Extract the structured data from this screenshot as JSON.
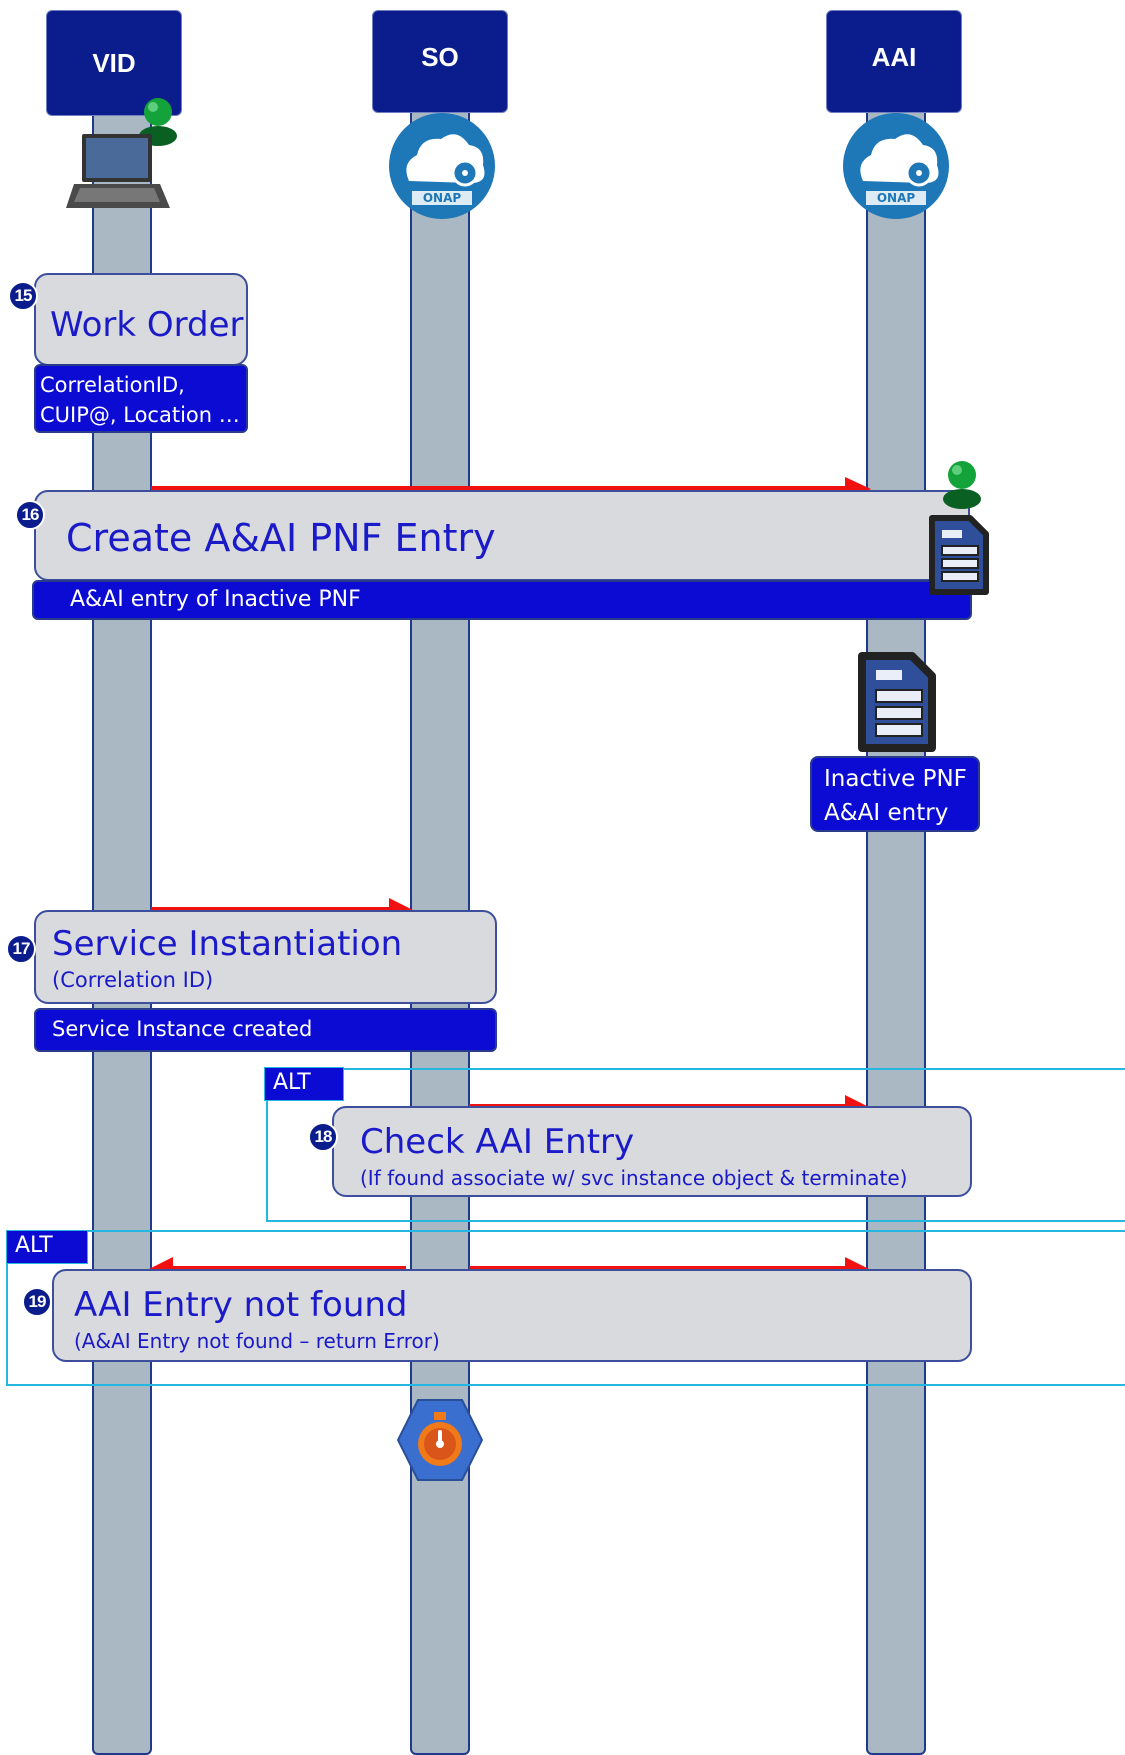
{
  "participants": [
    {
      "id": "vid",
      "label": "VID"
    },
    {
      "id": "so",
      "label": "SO"
    },
    {
      "id": "aai",
      "label": "AAI"
    }
  ],
  "logo_text": "ONAP",
  "steps": {
    "s15": {
      "number": "15",
      "title": "Work Order",
      "note": "CorrelationID,\nCUIP@, Location …"
    },
    "s16": {
      "number": "16",
      "title": "Create A&AI PNF Entry",
      "note": "A&AI entry of Inactive PNF"
    },
    "s17": {
      "number": "17",
      "title": "Service Instantiation",
      "subtitle": "(Correlation ID)",
      "note": "Service Instance created"
    },
    "s18": {
      "number": "18",
      "title": "Check AAI Entry",
      "subtitle": "(If found associate w/ svc instance object & terminate)"
    },
    "s19": {
      "number": "19",
      "title": "AAI Entry not found",
      "subtitle": "(A&AI Entry not found – return Error)"
    }
  },
  "inactive_entry": {
    "label": "Inactive PNF\nA&AI entry"
  },
  "alt_label_1": "ALT",
  "alt_label_2": "ALT",
  "icons": [
    "laptop-icon",
    "user-icon",
    "onap-cloud-icon",
    "document-icon",
    "timer-icon"
  ],
  "colors": {
    "header": "#0b1d8c",
    "note": "#0b0bd4",
    "arrow": "#f21111",
    "alt_frame": "#26b7e0",
    "lifeline": "#a9b8c2",
    "box": "#d8dadd",
    "title": "#1a1ac8"
  }
}
